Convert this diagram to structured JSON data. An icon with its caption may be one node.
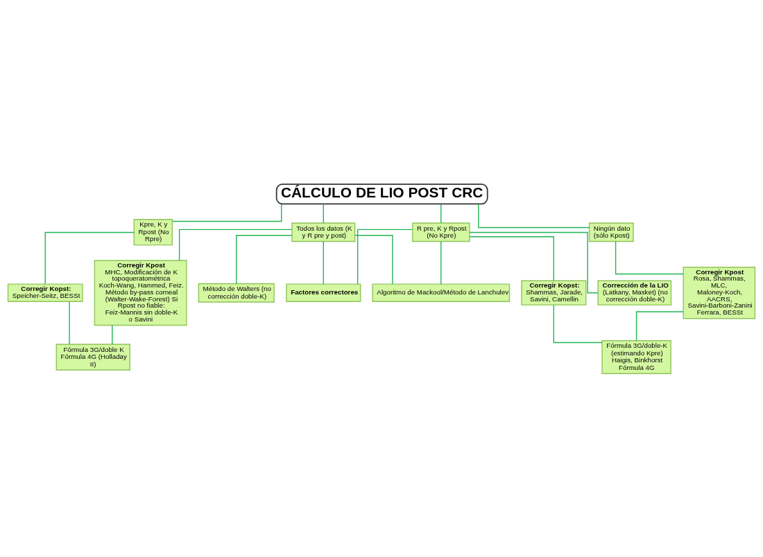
{
  "diagram": {
    "nodes": [
      {
        "text": [
          "CÁLCULO DE LIO POST CRC"
        ]
      },
      {
        "text": [
          "Todos los datos (K y R pre y post)"
        ]
      },
      {
        "text": [
          "Kpre, K y Rpost (No Rpre)"
        ]
      },
      {
        "text": [
          "R pre, K y Rpost (No Kpre)"
        ]
      },
      {
        "text": [
          "Ningún dato (sólo Kpost)"
        ]
      },
      {
        "text": [
          "Corregir Kpost",
          "MHC, Modificación de K topoqueratométrica Koch-Wang, Hammed, Feiz. Método by-pass corneal (Walter-Wake-Forest) Si Rpost no fiable: Feiz-Mannis sin doble-K o Savini"
        ]
      },
      {
        "text": [
          "Corregir Kopst:",
          "Speicher-Seitz, BESSt"
        ]
      },
      {
        "text": [
          "Corregir Kopst:",
          "Shammas, Jarade, Savini, Camellin"
        ]
      },
      {
        "text": [
          "Corregir Kpost",
          "Rosa, Shammas, MLC, Maloney-Koch, AACRS, Savini-Barboni-Zanini Ferrara, BESSt"
        ]
      },
      {
        "text": [
          "Fórmula 3G/doble K Fórmula 4G (Holladay II)"
        ]
      },
      {
        "text": [
          "Fórmula 3G/doble-K (estimando Kpre) Haigis, Binkhorst Fórmula 4G"
        ]
      },
      {
        "text": [
          "Método de Walters (no corrección doble-K)"
        ]
      },
      {
        "text": [
          "Corrección de la LIO",
          "(Latkany, Masket) (no corrección doble-K)"
        ]
      },
      {
        "text": [
          "Factores correctores"
        ]
      },
      {
        "text": [
          "Algoritmo de Mackool/Método de Lanchulev"
        ]
      }
    ],
    "edges": [
      {
        "from": 0,
        "to": 1,
        "arrow": "none"
      },
      {
        "from": 0,
        "to": 2,
        "arrow": "none"
      },
      {
        "from": 0,
        "to": 3,
        "arrow": "none"
      },
      {
        "from": 0,
        "to": 4,
        "arrow": "none"
      },
      {
        "from": 1,
        "to": 5,
        "arrow": "none"
      },
      {
        "from": 5,
        "to": 9,
        "arrow": "none"
      },
      {
        "from": 2,
        "to": 6,
        "arrow": "none"
      },
      {
        "from": 6,
        "to": 9,
        "arrow": "none"
      },
      {
        "from": 3,
        "to": 7,
        "arrow": "none"
      },
      {
        "from": 7,
        "to": 10,
        "arrow": "none"
      },
      {
        "from": 4,
        "to": 8,
        "arrow": "none"
      },
      {
        "from": 10,
        "to": 8,
        "arrow": "none"
      },
      {
        "from": 1,
        "to": 11,
        "arrow": "none"
      },
      {
        "from": 3,
        "to": 12,
        "arrow": "none"
      },
      {
        "from": 1,
        "to": 13,
        "arrow": "none"
      },
      {
        "from": 3,
        "to": 13,
        "arrow": "none"
      },
      {
        "from": 1,
        "to": 14,
        "arrow": "none"
      },
      {
        "from": 3,
        "to": 14,
        "arrow": "none"
      }
    ]
  }
}
